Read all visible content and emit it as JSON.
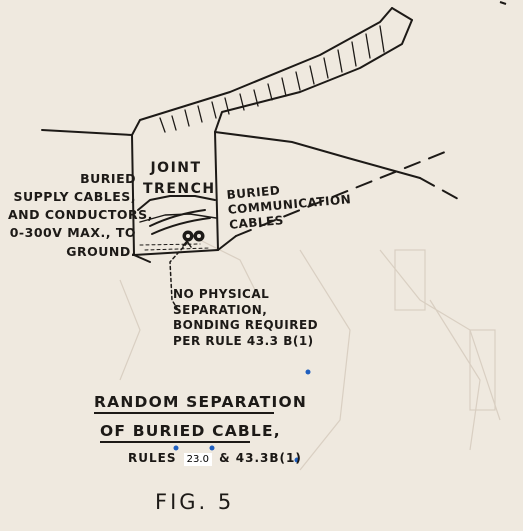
{
  "diagram": {
    "labels": {
      "joint_trench": "JOINT\nTRENCH",
      "supply": "BURIED\nSUPPLY CABLES,\nAND CONDUCTORS,\n0-300V MAX., TO\nGROUND.",
      "communication": "BURIED\nCOMMUNICATION\nCABLES",
      "no_separation": "NO PHYSICAL\nSEPARATION,\nBONDING REQUIRED\nPER RULE 43.3 B(1)"
    },
    "title_line1": "RANDOM SEPARATION",
    "title_line2": "OF BURIED CABLE,",
    "rules_prefix": "RULES",
    "rules_value": "23.0",
    "rules_suffix": "& 43.3B(1)",
    "figure": "FIG. 5",
    "colors": {
      "paper": "#efe9df",
      "ink": "#1d1a17",
      "marker": "#1f5fbf"
    }
  }
}
